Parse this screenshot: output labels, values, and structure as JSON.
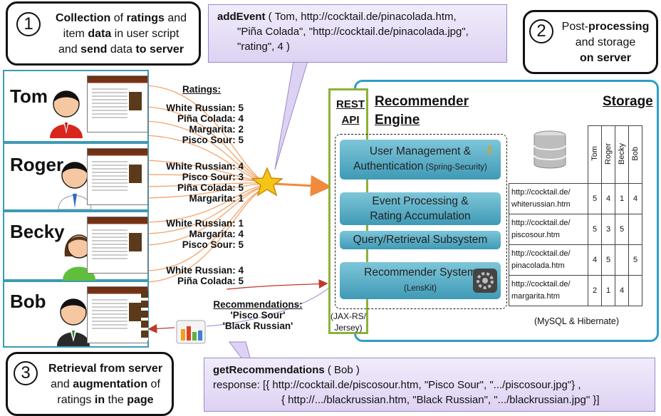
{
  "steps": [
    {
      "num": "1",
      "line1a": "Collection",
      "line1b": " of ",
      "line1c": "ratings",
      "line1d": " and",
      "line2a": "item ",
      "line2b": "data",
      "line2c": " in user script",
      "line3a": "and ",
      "line3b": "send",
      "line3c": " data ",
      "line3d": "to server"
    },
    {
      "num": "2",
      "line1a": "Post-",
      "line1b": "processing",
      "line2": "and storage",
      "line3": "on server"
    },
    {
      "num": "3",
      "line1": "Retrieval from server",
      "line2a": "and ",
      "line2b": "augmentation",
      "line2c": " of",
      "line3a": "ratings ",
      "line3b": "in",
      "line3c": " the ",
      "line3d": "page"
    }
  ],
  "callout_add": {
    "fn": "addEvent",
    "args1": " ( Tom, http://cocktail.de/pinacolada.htm,",
    "args2": "\"Piña Colada\", \"http://cocktail.de/pinacolada.jpg\",",
    "args3": "\"rating\", 4 )"
  },
  "callout_get": {
    "fn": "getRecommendations",
    "args1": " ( Bob )",
    "line2": "response: [{ http://cocktail.de/piscosour.htm, \"Pisco Sour\", \".../piscosour.jpg\"} ,",
    "line3": "{ http://.../blackrussian.htm, \"Black Russian\", \".../blackrussian.jpg\" }]"
  },
  "users": [
    {
      "name": "Tom",
      "shirt": "#d9261c",
      "tie": "#c01818"
    },
    {
      "name": "Roger",
      "shirt": "#ffffff",
      "tie": "#2a6dc2"
    },
    {
      "name": "Becky",
      "shirt": "#5fbf3c",
      "tie": ""
    },
    {
      "name": "Bob",
      "shirt": "#2a2a2a",
      "tie": "#ffffff"
    }
  ],
  "ratings_title": "Ratings:",
  "ratings": [
    [
      "White Russian: 5",
      "Piña Colada: 4",
      "Margarita: 2",
      "Pisco Sour: 5"
    ],
    [
      "White Russian: 4",
      "Pisco Sour: 3",
      "Piña Colada: 5",
      "Margarita: 1"
    ],
    [
      "White Russian: 1",
      "Margarita: 4",
      "Pisco Sour: 5"
    ],
    [
      "White Russian: 4",
      "Piña Colada: 5"
    ]
  ],
  "recommendations": {
    "title": "Recommendations:",
    "items": [
      "'Pisco Sour'",
      "'Black Russian'"
    ]
  },
  "server": {
    "rest_line1": "REST",
    "rest_line2": "API",
    "engine_line1": "Recommender",
    "engine_line2": "Engine",
    "storage": "Storage",
    "jax_line1": "(JAX-RS/",
    "jax_line2": "Jersey)",
    "modules": [
      {
        "main": "User Management &",
        "main2": "Authentication",
        "sub": " (Spring-Security)"
      },
      {
        "main": "Event Processing &",
        "main2": "Rating Accumulation",
        "sub": ""
      },
      {
        "main": "Query/Retrieval Subsystem",
        "main2": "",
        "sub": ""
      },
      {
        "main": "Recommender System",
        "main2": "",
        "sub": "(LensKit)"
      }
    ],
    "table": {
      "columns": [
        "Tom",
        "Roger",
        "Becky",
        "Bob"
      ],
      "rows": [
        {
          "url1": "http://cocktail.de/",
          "url2": "whiterussian.htm",
          "vals": [
            "5",
            "4",
            "1",
            "4"
          ]
        },
        {
          "url1": "http://cocktail.de/",
          "url2": "piscosour.htm",
          "vals": [
            "5",
            "3",
            "5",
            ""
          ]
        },
        {
          "url1": "http://cocktail.de/",
          "url2": "pinacolada.htm",
          "vals": [
            "4",
            "5",
            "",
            "5"
          ]
        },
        {
          "url1": "http://cocktail.de/",
          "url2": "margarita.htm",
          "vals": [
            "2",
            "1",
            "4",
            ""
          ]
        }
      ]
    },
    "mysql": "(MySQL & Hibernate)"
  },
  "colors": {
    "server_border": "#2c9ec7",
    "rest_border": "#8ab33a",
    "user_border": "#3d9ab3",
    "rating_lines": "#f08a3c",
    "module": "#4fa9c3"
  }
}
